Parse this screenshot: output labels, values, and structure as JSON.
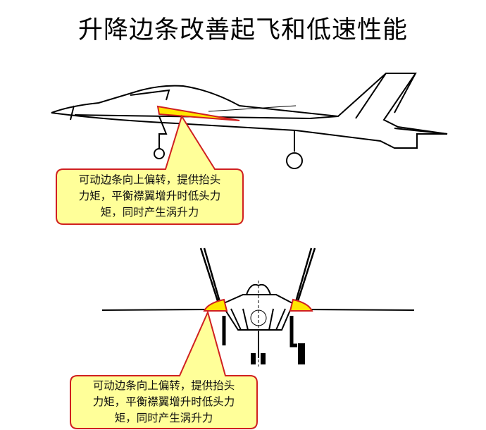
{
  "title": "升降边条改善起飞和低速性能",
  "callouts": [
    {
      "lines": [
        "可动边条向上偏转，提供抬头",
        "力矩，平衡襟翼增升时低头力",
        "矩，同时产生涡升力"
      ]
    },
    {
      "lines": [
        "可动边条向上偏转，提供抬头",
        "力矩，平衡襟翼增升时低头力",
        "矩，同时产生涡升力"
      ]
    }
  ],
  "colors": {
    "callout_fill": "#ffff99",
    "callout_border": "#d02020",
    "lex_fill": "#ffe600"
  }
}
